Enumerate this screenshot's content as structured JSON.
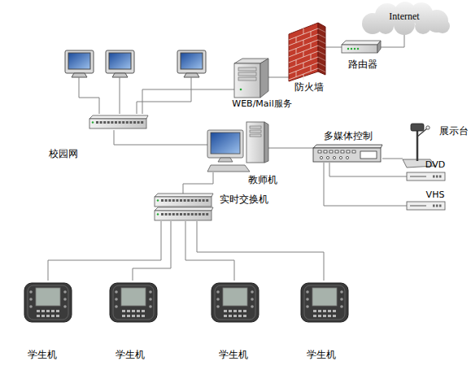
{
  "diagram": {
    "nodes": [
      {
        "text": [
          "Internet"
        ]
      },
      {
        "text": [
          "路由器"
        ]
      },
      {
        "text": [
          "防火墙"
        ]
      },
      {
        "text": [
          "WEB/Mail服务"
        ]
      },
      {
        "text": [
          "校园网"
        ]
      },
      {
        "text": [
          "多媒体控制"
        ]
      },
      {
        "text": [
          "展示台"
        ]
      },
      {
        "text": [
          "教师机"
        ]
      },
      {
        "text": [
          "DVD"
        ]
      },
      {
        "text": [
          "实时交换机"
        ]
      },
      {
        "text": [
          "VHS"
        ]
      },
      {
        "text": [
          "学生机"
        ]
      },
      {
        "text": [
          "学生机"
        ]
      },
      {
        "text": [
          "学生机"
        ]
      },
      {
        "text": [
          "学生机"
        ]
      }
    ],
    "edges": [
      {
        "from": 1,
        "to": 0,
        "arrow": "none"
      },
      {
        "from": 1,
        "to": 2,
        "arrow": "none"
      },
      {
        "from": 2,
        "to": 3,
        "arrow": "none"
      },
      {
        "from": 3,
        "to": 4,
        "arrow": "none"
      },
      {
        "from": 4,
        "to": 7,
        "arrow": "none"
      },
      {
        "from": 7,
        "to": 5,
        "arrow": "none"
      },
      {
        "from": 5,
        "to": 6,
        "arrow": "none"
      },
      {
        "from": 5,
        "to": 8,
        "arrow": "none"
      },
      {
        "from": 5,
        "to": 10,
        "arrow": "none"
      },
      {
        "from": 7,
        "to": 9,
        "arrow": "none"
      },
      {
        "from": 9,
        "to": 11,
        "arrow": "none"
      },
      {
        "from": 9,
        "to": 12,
        "arrow": "none"
      },
      {
        "from": 9,
        "to": 13,
        "arrow": "none"
      },
      {
        "from": 9,
        "to": 14,
        "arrow": "none"
      }
    ]
  }
}
